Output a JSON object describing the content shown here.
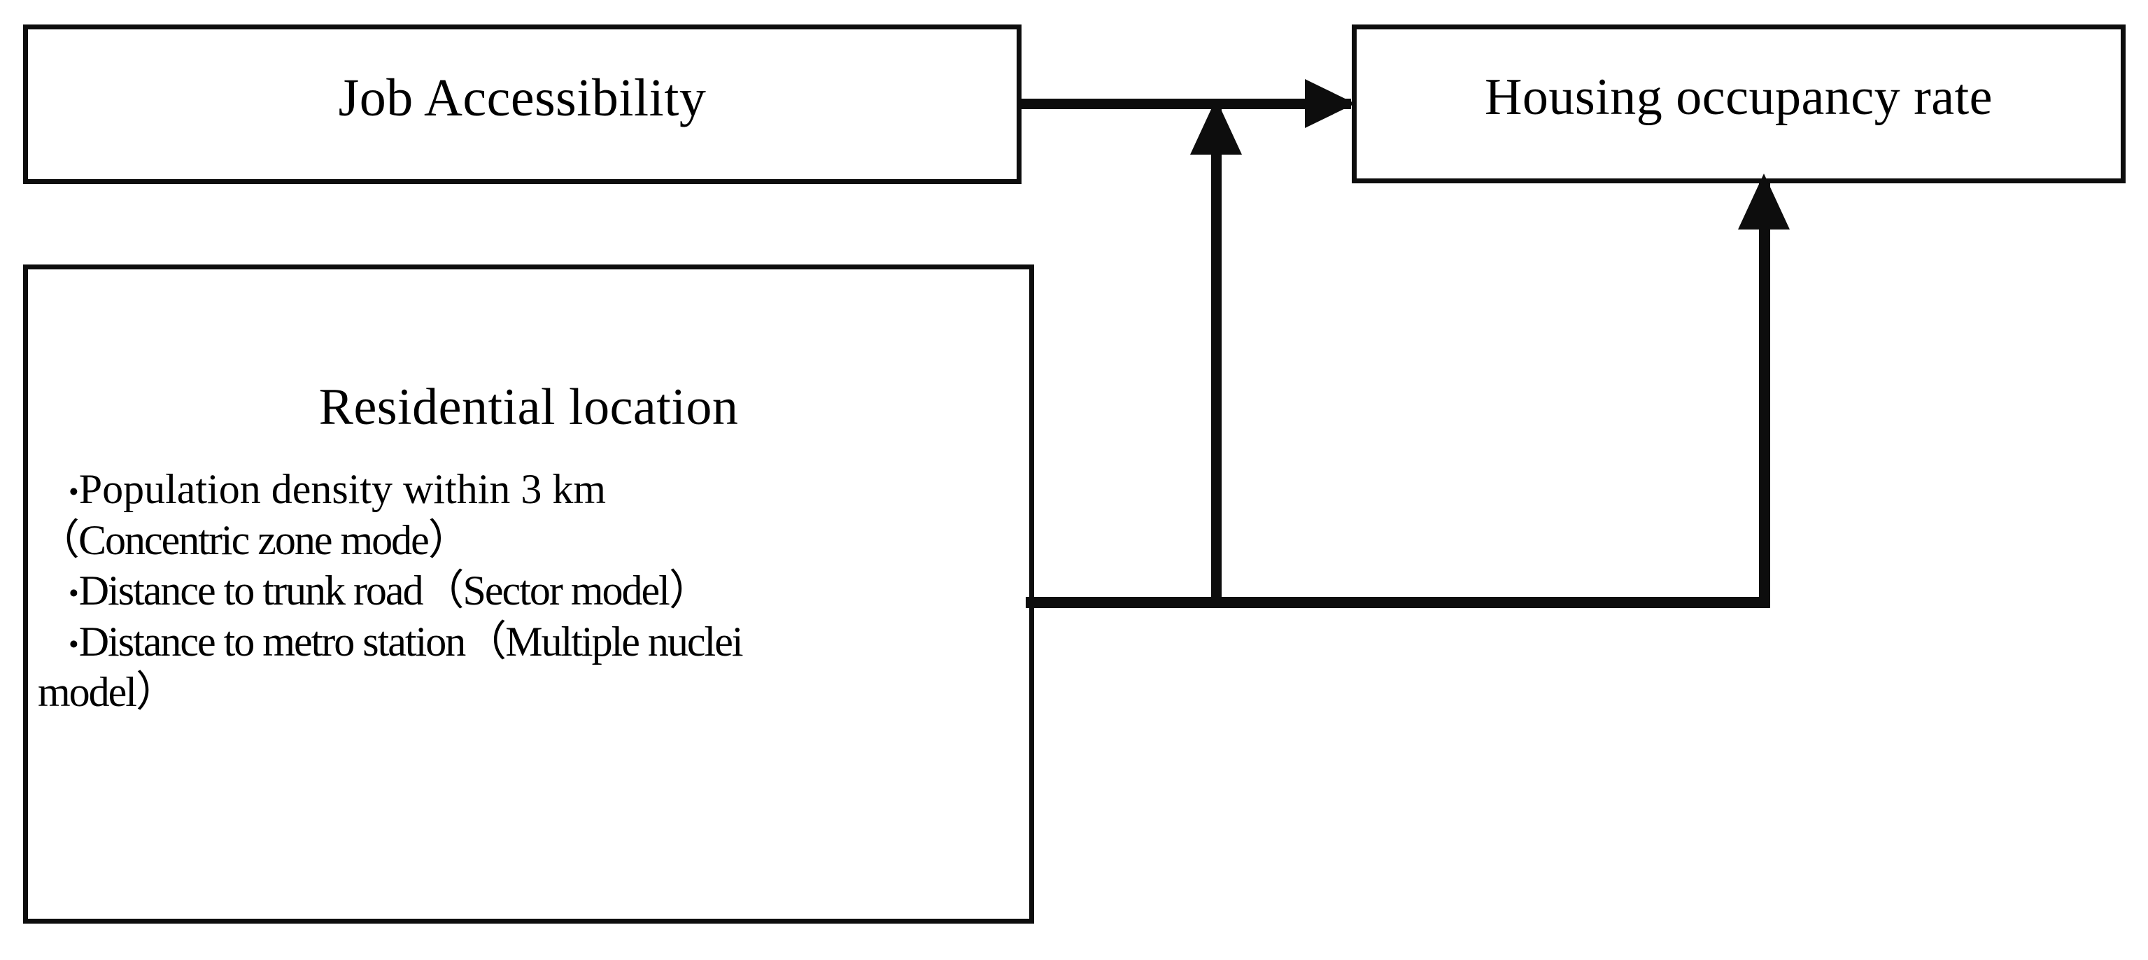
{
  "diagram": {
    "title": "Conceptual framework linking job accessibility and residential location to housing occupancy rate",
    "type": "flowchart",
    "background_color": "#ffffff",
    "line_color": "#0d0d0d"
  },
  "nodes": {
    "job_accessibility": {
      "label": "Job Accessibility"
    },
    "housing_occupancy": {
      "label": "Housing occupancy  rate"
    },
    "residential_location": {
      "label": "Residential location",
      "bullets": [
        {
          "glyph": "•",
          "text": "Population density within 3 km",
          "continuation": "（Concentric zone mode）"
        },
        {
          "glyph": "•",
          "text": "Distance to trunk road（Sector model）",
          "continuation": ""
        },
        {
          "glyph": "•",
          "text": "Distance to metro station（Multiple nuclei",
          "continuation": "model）"
        }
      ]
    }
  },
  "connectors": [
    {
      "name": "job-to-housing",
      "from": "job_accessibility",
      "to": "housing_occupancy",
      "style": "solid",
      "arrowhead": "right"
    },
    {
      "name": "residential-to-job-housing-link",
      "from": "residential_location",
      "to": "job-to-housing",
      "style": "solid",
      "arrowhead": "up"
    },
    {
      "name": "residential-to-housing",
      "from": "residential_location",
      "to": "housing_occupancy",
      "style": "solid",
      "arrowhead": "up"
    }
  ]
}
